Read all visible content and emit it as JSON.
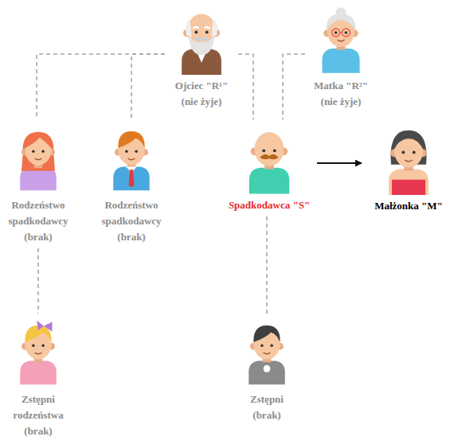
{
  "diagram": {
    "nodes": [
      {
        "text": [
          "Ojciec \"R¹\" (nie żyje)"
        ]
      },
      {
        "text": [
          "Matka \"R²\" (nie żyje)"
        ]
      },
      {
        "text": [
          "Rodzeństwo spadkodawcy (brak)"
        ]
      },
      {
        "text": [
          "Rodzeństwo spadkodawcy (brak)"
        ]
      },
      {
        "text": [
          "Spadkodawca \"S\""
        ]
      },
      {
        "text": [
          "Małżonka \"M\""
        ]
      },
      {
        "text": [
          "Zstępni rodzeństwa (brak)"
        ]
      },
      {
        "text": [
          "Zstępni (brak)"
        ]
      }
    ],
    "edges": [
      {
        "from": 0,
        "to": 2,
        "arrow": "none"
      },
      {
        "from": 0,
        "to": 3,
        "arrow": "none"
      },
      {
        "from": 0,
        "to": 4,
        "arrow": "none"
      },
      {
        "from": 1,
        "to": 4,
        "arrow": "none"
      },
      {
        "from": 4,
        "to": 5,
        "arrow": "to"
      },
      {
        "from": 2,
        "to": 6,
        "arrow": "none"
      },
      {
        "from": 4,
        "to": 7,
        "arrow": "none"
      }
    ]
  }
}
